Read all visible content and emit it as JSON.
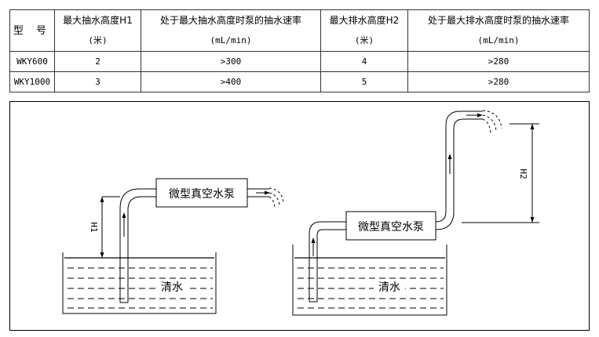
{
  "table": {
    "headers": [
      {
        "label": "型 号",
        "unit": ""
      },
      {
        "label": "最大抽水高度H1",
        "unit": "(米)"
      },
      {
        "label": "处于最大抽水高度时泵的抽水速率",
        "unit": "(mL/min)"
      },
      {
        "label": "最大排水高度H2",
        "unit": "(米)"
      },
      {
        "label": "处于最大排水高度时泵的抽水速率",
        "unit": "(mL/min)"
      }
    ],
    "rows": [
      [
        "WKY600",
        "2",
        ">300",
        "4",
        ">280"
      ],
      [
        "WKY1000",
        "3",
        ">400",
        "5",
        ">280"
      ]
    ]
  },
  "diagram": {
    "pump_label": "微型真空水泵",
    "water_label": "清水",
    "h1_label": "H1",
    "h2_label": "H2"
  }
}
